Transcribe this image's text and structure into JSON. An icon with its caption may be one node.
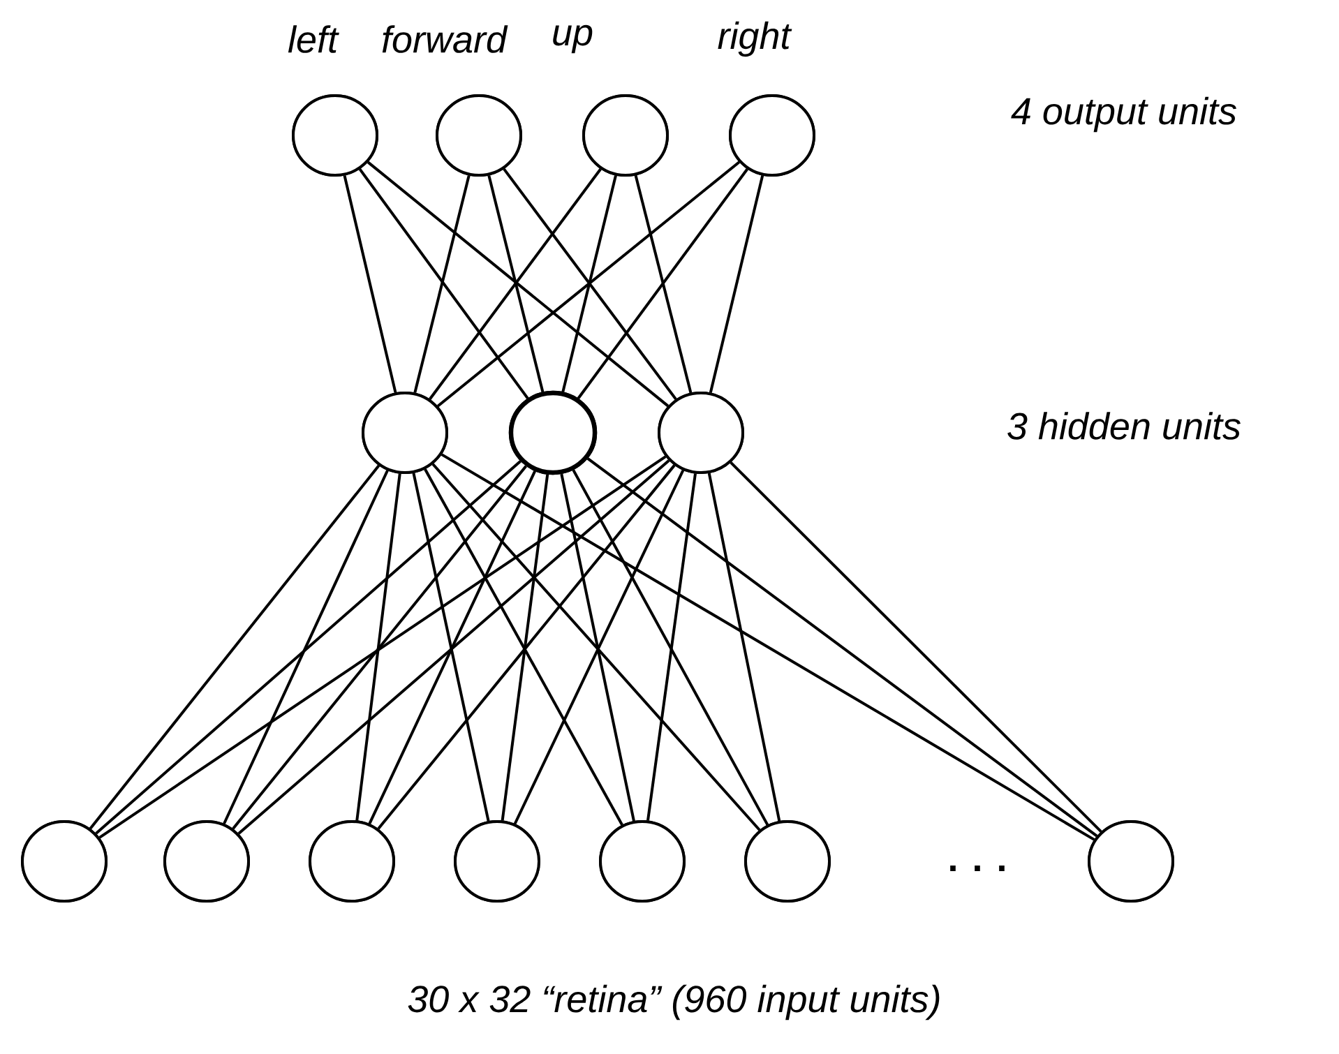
{
  "diagram": {
    "caption": "30 x 32 “retina”  (960 input units)",
    "nodes": [
      {
        "text": [],
        "shape": "circle",
        "beside": [
          "left"
        ]
      },
      {
        "text": [],
        "shape": "circle",
        "beside": [
          "forward"
        ]
      },
      {
        "text": [],
        "shape": "circle",
        "beside": [
          "up"
        ]
      },
      {
        "text": [],
        "shape": "circle",
        "beside": [
          "right"
        ]
      },
      {
        "text": [],
        "shape": "circle"
      },
      {
        "text": [],
        "shape": "circle"
      },
      {
        "text": [],
        "shape": "circle"
      },
      {
        "text": [],
        "shape": "circle"
      },
      {
        "text": [],
        "shape": "circle"
      },
      {
        "text": [],
        "shape": "circle"
      },
      {
        "text": [],
        "shape": "circle"
      },
      {
        "text": [],
        "shape": "circle"
      },
      {
        "text": [],
        "shape": "circle"
      },
      {
        "text": [],
        "shape": "circle"
      }
    ],
    "edges": [
      {
        "from": 4,
        "to": 0,
        "arrow": "none"
      },
      {
        "from": 4,
        "to": 1,
        "arrow": "none"
      },
      {
        "from": 4,
        "to": 2,
        "arrow": "none"
      },
      {
        "from": 4,
        "to": 3,
        "arrow": "none"
      },
      {
        "from": 5,
        "to": 0,
        "arrow": "none"
      },
      {
        "from": 5,
        "to": 1,
        "arrow": "none"
      },
      {
        "from": 5,
        "to": 2,
        "arrow": "none"
      },
      {
        "from": 5,
        "to": 3,
        "arrow": "none"
      },
      {
        "from": 6,
        "to": 0,
        "arrow": "none"
      },
      {
        "from": 6,
        "to": 1,
        "arrow": "none"
      },
      {
        "from": 6,
        "to": 2,
        "arrow": "none"
      },
      {
        "from": 6,
        "to": 3,
        "arrow": "none"
      },
      {
        "from": 7,
        "to": 4,
        "arrow": "none"
      },
      {
        "from": 7,
        "to": 5,
        "arrow": "none"
      },
      {
        "from": 7,
        "to": 6,
        "arrow": "none"
      },
      {
        "from": 8,
        "to": 4,
        "arrow": "none"
      },
      {
        "from": 8,
        "to": 5,
        "arrow": "none"
      },
      {
        "from": 8,
        "to": 6,
        "arrow": "none"
      },
      {
        "from": 9,
        "to": 4,
        "arrow": "none"
      },
      {
        "from": 9,
        "to": 5,
        "arrow": "none"
      },
      {
        "from": 9,
        "to": 6,
        "arrow": "none"
      },
      {
        "from": 10,
        "to": 4,
        "arrow": "none"
      },
      {
        "from": 10,
        "to": 5,
        "arrow": "none"
      },
      {
        "from": 10,
        "to": 6,
        "arrow": "none"
      },
      {
        "from": 11,
        "to": 4,
        "arrow": "none"
      },
      {
        "from": 11,
        "to": 5,
        "arrow": "none"
      },
      {
        "from": 11,
        "to": 6,
        "arrow": "none"
      },
      {
        "from": 12,
        "to": 4,
        "arrow": "none"
      },
      {
        "from": 12,
        "to": 5,
        "arrow": "none"
      },
      {
        "from": 12,
        "to": 6,
        "arrow": "none"
      },
      {
        "from": 13,
        "to": 4,
        "arrow": "none"
      },
      {
        "from": 13,
        "to": 5,
        "arrow": "none"
      },
      {
        "from": 13,
        "to": 6,
        "arrow": "none"
      }
    ],
    "labels": [
      "4 output units",
      "3 hidden units",
      ". . ."
    ]
  }
}
